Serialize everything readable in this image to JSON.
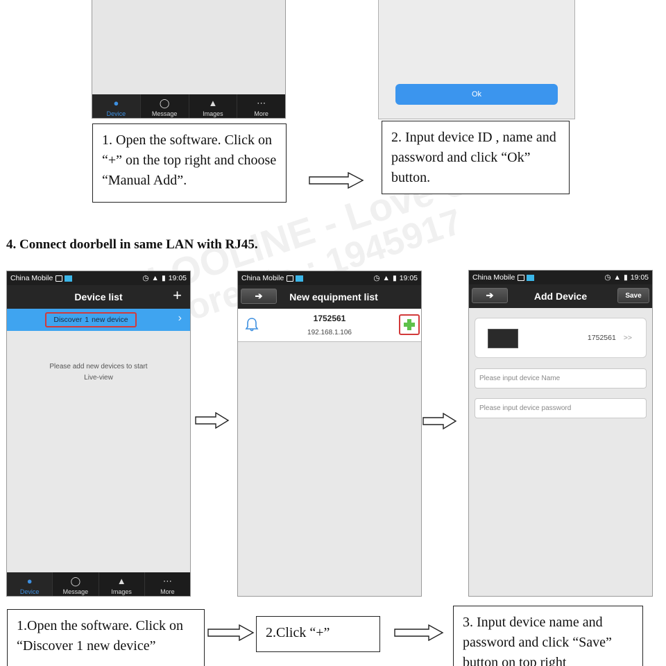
{
  "top": {
    "phone_left": {
      "tabs": [
        {
          "label": "Device",
          "icon": "person-icon"
        },
        {
          "label": "Message",
          "icon": "chat-bubble-icon"
        },
        {
          "label": "Images",
          "icon": "picture-icon"
        },
        {
          "label": "More",
          "icon": "dots-icon"
        }
      ]
    },
    "phone_right": {
      "ok_label": "Ok"
    },
    "step1_text": "1. Open the software. Click on “+” on the top right and choose “Manual Add”.",
    "step2_text": "2. Input device ID , name and password and click “Ok” button."
  },
  "section4_heading": "4.  Connect doorbell in same LAN with RJ45.",
  "watermark": {
    "line1": "LOOLINE - Love online",
    "line2": "Store No.: 1945917"
  },
  "phones": {
    "device_list": {
      "carrier": "China Mobile",
      "time": "19:05",
      "title": "Device list",
      "plus": "+",
      "discover_prefix": "Discover",
      "discover_count": "1",
      "discover_suffix": "new device",
      "hint_line1": "Please add new devices to start",
      "hint_line2": "Live-view",
      "tabs": [
        {
          "label": "Device",
          "icon": "person-icon"
        },
        {
          "label": "Message",
          "icon": "chat-bubble-icon"
        },
        {
          "label": "Images",
          "icon": "picture-icon"
        },
        {
          "label": "More",
          "icon": "dots-icon"
        }
      ]
    },
    "equipment_list": {
      "carrier": "China Mobile",
      "time": "19:05",
      "title": "New equipment list",
      "device_id": "1752561",
      "device_ip": "192.168.1.106"
    },
    "add_device": {
      "carrier": "China Mobile",
      "time": "19:05",
      "title": "Add Device",
      "save_label": "Save",
      "device_id": "1752561",
      "id_chevron": ">>",
      "name_placeholder": "Please input device Name",
      "password_placeholder": "Please input device password"
    }
  },
  "steps": {
    "s1": "1.Open the software. Click on “Discover 1 new device”",
    "s2": "2.Click “+”",
    "s3": "3. Input device name and password and click “Save” button on top right"
  },
  "colors": {
    "accent_blue": "#3fa4f0",
    "highlight_red": "#d23a3a",
    "ok_blue": "#3b95ee"
  }
}
